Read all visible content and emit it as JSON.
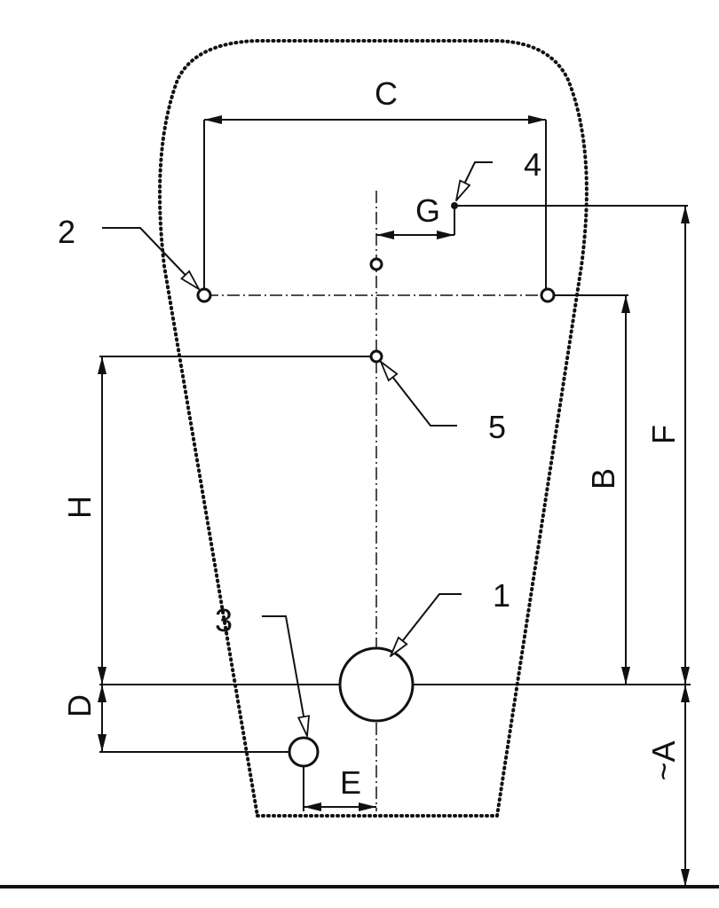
{
  "diagram": {
    "dimension_labels": {
      "C": "C",
      "G": "G",
      "H": "H",
      "B": "B",
      "F": "F",
      "D": "D",
      "E": "E",
      "A": "~A"
    },
    "callouts": {
      "p1": "1",
      "p2": "2",
      "p3": "3",
      "p4": "4",
      "p5": "5"
    },
    "colors": {
      "line": "#111111",
      "background": "#ffffff"
    }
  }
}
